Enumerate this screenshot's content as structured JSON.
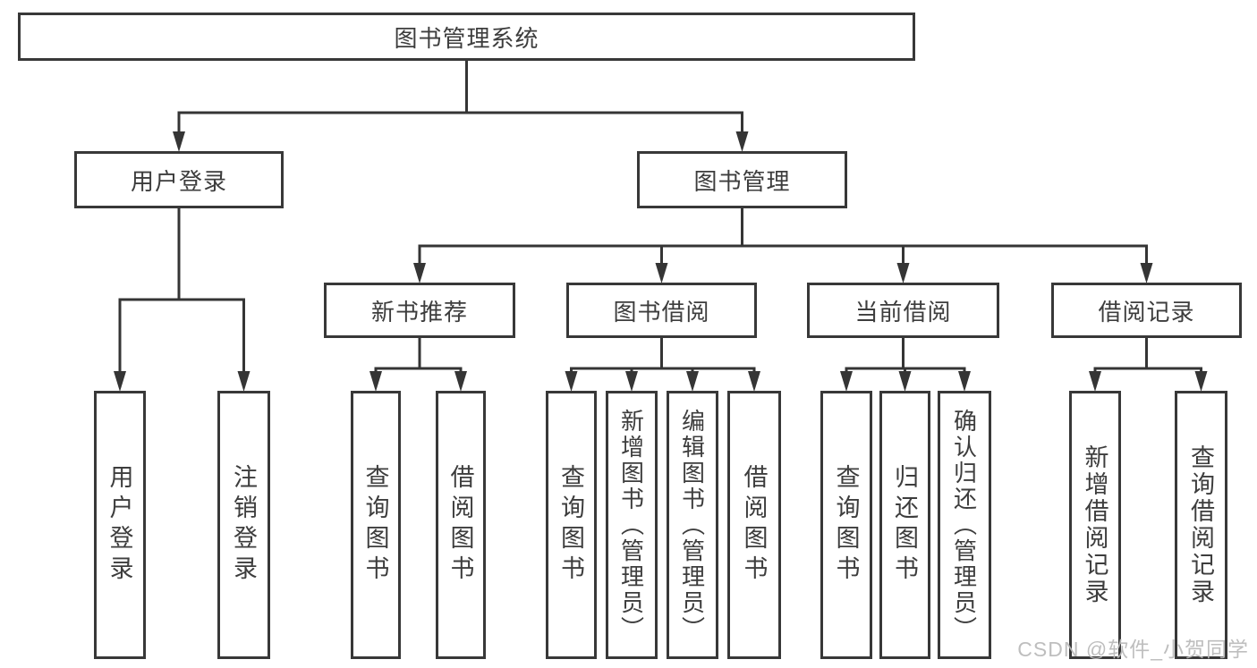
{
  "diagram": {
    "watermark": "CSDN @软件_小贺同学",
    "colors": {
      "line": "#353535",
      "box_border": "#383838",
      "text": "#3d3d3d",
      "background": "#ffffff",
      "watermark": "#b9b9b9"
    },
    "tree": {
      "id": "library-management-system",
      "label": "图书管理系统",
      "children": [
        {
          "id": "user-login",
          "label": "用户登录",
          "children": [
            {
              "id": "user-login-leaf",
              "label": "用户登录"
            },
            {
              "id": "logout-leaf",
              "label": "注销登录"
            }
          ]
        },
        {
          "id": "book-management",
          "label": "图书管理",
          "children": [
            {
              "id": "new-book-recommendation",
              "label": "新书推荐",
              "children": [
                {
                  "id": "nb-query-books",
                  "label": "查询图书"
                },
                {
                  "id": "nb-borrow-books",
                  "label": "借阅图书"
                }
              ]
            },
            {
              "id": "book-borrowing",
              "label": "图书借阅",
              "children": [
                {
                  "id": "bb-query-books",
                  "label": "查询图书"
                },
                {
                  "id": "bb-add-books-admin",
                  "label": "新增图书（管理员）"
                },
                {
                  "id": "bb-edit-books-admin",
                  "label": "编辑图书（管理员）"
                },
                {
                  "id": "bb-borrow-books",
                  "label": "借阅图书"
                }
              ]
            },
            {
              "id": "current-borrowing",
              "label": "当前借阅",
              "children": [
                {
                  "id": "cb-query-books",
                  "label": "查询图书"
                },
                {
                  "id": "cb-return-books",
                  "label": "归还图书"
                },
                {
                  "id": "cb-confirm-return-admin",
                  "label": "确认归还（管理员）"
                }
              ]
            },
            {
              "id": "borrowing-records",
              "label": "借阅记录",
              "children": [
                {
                  "id": "br-add-borrow-record",
                  "label": "新增借阅记录"
                },
                {
                  "id": "br-query-borrow-record",
                  "label": "查询借阅记录"
                }
              ]
            }
          ]
        }
      ]
    }
  }
}
